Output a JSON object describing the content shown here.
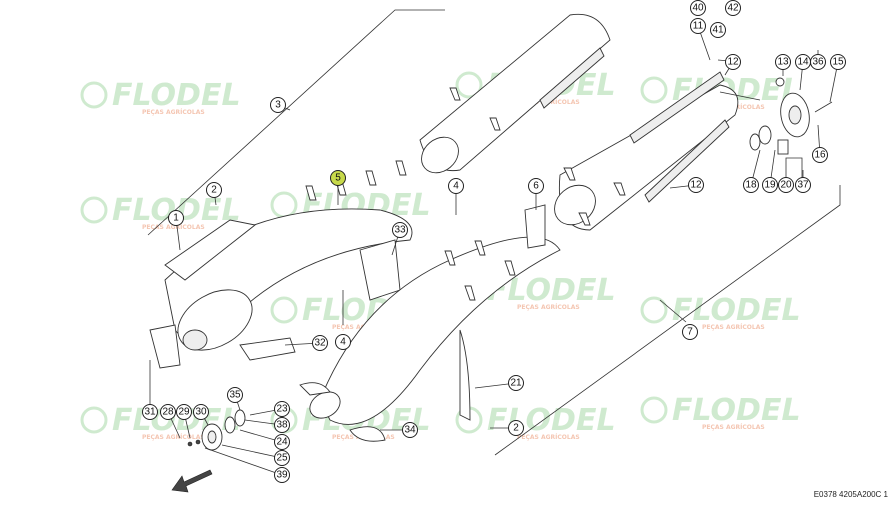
{
  "watermark": {
    "brand": "FLODEL",
    "tagline": "PEÇAS AGRÍCOLAS"
  },
  "drawing_code": "E0378 4205A200C 1",
  "highlight_color": "#c7d94a",
  "callouts": [
    {
      "id": "c1",
      "label": "1"
    },
    {
      "id": "c2a",
      "label": "2"
    },
    {
      "id": "c2b",
      "label": "2"
    },
    {
      "id": "c3",
      "label": "3"
    },
    {
      "id": "c4a",
      "label": "4"
    },
    {
      "id": "c4b",
      "label": "4"
    },
    {
      "id": "c5",
      "label": "5",
      "highlight": true
    },
    {
      "id": "c6",
      "label": "6"
    },
    {
      "id": "c7",
      "label": "7"
    },
    {
      "id": "c11",
      "label": "11"
    },
    {
      "id": "c12a",
      "label": "12"
    },
    {
      "id": "c12b",
      "label": "12"
    },
    {
      "id": "c13",
      "label": "13"
    },
    {
      "id": "c14",
      "label": "14"
    },
    {
      "id": "c15",
      "label": "15"
    },
    {
      "id": "c16",
      "label": "16"
    },
    {
      "id": "c18",
      "label": "18"
    },
    {
      "id": "c19",
      "label": "19"
    },
    {
      "id": "c20",
      "label": "20"
    },
    {
      "id": "c21",
      "label": "21"
    },
    {
      "id": "c23",
      "label": "23"
    },
    {
      "id": "c24",
      "label": "24"
    },
    {
      "id": "c25",
      "label": "25"
    },
    {
      "id": "c28",
      "label": "28"
    },
    {
      "id": "c29",
      "label": "29"
    },
    {
      "id": "c30",
      "label": "30"
    },
    {
      "id": "c31",
      "label": "31"
    },
    {
      "id": "c32",
      "label": "32"
    },
    {
      "id": "c33",
      "label": "33"
    },
    {
      "id": "c34",
      "label": "34"
    },
    {
      "id": "c35",
      "label": "35"
    },
    {
      "id": "c36",
      "label": "36"
    },
    {
      "id": "c37",
      "label": "37"
    },
    {
      "id": "c38",
      "label": "38"
    },
    {
      "id": "c39",
      "label": "39"
    },
    {
      "id": "c40",
      "label": "40"
    },
    {
      "id": "c41",
      "label": "41"
    },
    {
      "id": "c42",
      "label": "42"
    }
  ]
}
